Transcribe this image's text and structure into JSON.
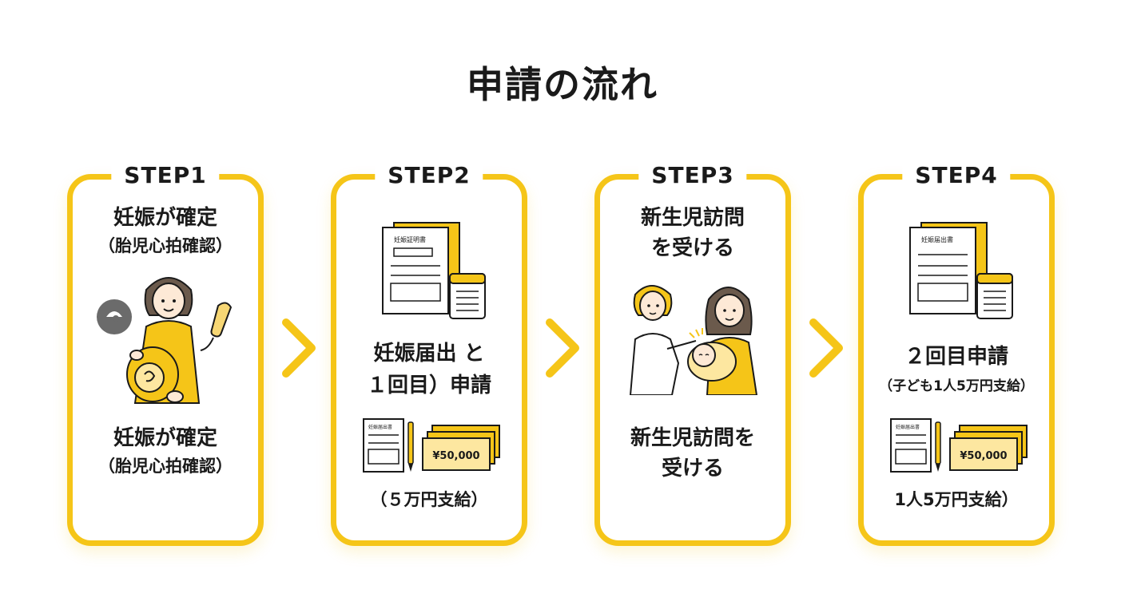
{
  "title": "申請の流れ",
  "colors": {
    "accent": "#f5c518",
    "text": "#1a1a1a",
    "light": "#fde7a0"
  },
  "steps": [
    {
      "label": "STEP1",
      "line1": "妊娠が確定",
      "line2": "（胎児心拍確認）",
      "line3": "妊娠が確定",
      "line4": "（胎児心拍確認）",
      "icons": [
        "pregnant-woman-icon",
        "ultrasound-icon",
        "ultrasound-probe-icon"
      ]
    },
    {
      "label": "STEP2",
      "doc_label": "妊娠証明書",
      "line1": "妊娠届出 と",
      "line2": "１回目）申請",
      "small_doc_label": "妊娠届出書",
      "bill": "¥50,000",
      "line3": "（５万円支給）",
      "icons": [
        "document-icon",
        "calendar-icon",
        "pen-icon",
        "money-icon"
      ]
    },
    {
      "label": "STEP3",
      "line1": "新生児訪問",
      "line2": "を受ける",
      "line3": "新生児訪問を",
      "line4": "受ける",
      "icons": [
        "nurse-icon",
        "mother-baby-icon"
      ]
    },
    {
      "label": "STEP4",
      "doc_label": "妊娠届出書",
      "line1": "２回目申請",
      "line2": "（子ども1人5万円支給）",
      "small_doc_label": "妊娠届出書",
      "bill": "¥50,000",
      "line3": "1人5万円支給）",
      "icons": [
        "document-icon",
        "calendar-icon",
        "pen-icon",
        "money-icon"
      ]
    }
  ]
}
